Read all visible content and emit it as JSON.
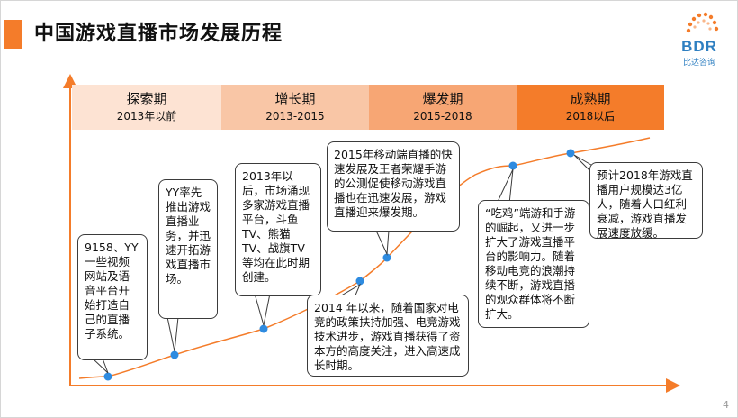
{
  "title": "中国游戏直播市场发展历程",
  "logo": {
    "text": "BDR",
    "sub": "比达咨询",
    "accent": "#f47c2a",
    "brand": "#2e7fc1"
  },
  "phases": [
    {
      "name": "探索期",
      "years": "2013年以前",
      "color": "#fde3d3"
    },
    {
      "name": "增长期",
      "years": "2013-2015",
      "color": "#f9c6a6"
    },
    {
      "name": "爆发期",
      "years": "2015-2018",
      "color": "#f7a674"
    },
    {
      "name": "成熟期",
      "years": "2018以后",
      "color": "#f47c2a"
    }
  ],
  "events": [
    {
      "text": "9158、YY一些视频网站及语音平台开始打造自己的直播子系统。"
    },
    {
      "text": "YY率先推出游戏直播业务，并迅速开拓游戏直播市场。"
    },
    {
      "text": "2013年以后，市场涌现多家游戏直播平台，斗鱼TV、熊猫TV、战旗TV等均在此时期创建。"
    },
    {
      "text": "2014 年以来，随着国家对电竞的政策扶持加强、电竞游戏技术进步，游戏直播获得了资本方的高度关注，进入高速成长时期。"
    },
    {
      "text": "2015年移动端直播的快速发展及王者荣耀手游的公测促使移动游戏直播也在迅速发展，游戏直播迎来爆发期。"
    },
    {
      "text": "“吃鸡”端游和手游的崛起，又进一步扩大了游戏直播平台的影响力。随着移动电竞的浪潮持续不断，游戏直播的观众群体将不断扩大。"
    },
    {
      "text": "预计2018年游戏直播用户规模达3亿人，随着人口红利衰减，游戏直播发展速度放缓。"
    }
  ],
  "colors": {
    "curve": "#f47c2a",
    "dot": "#2e8be0",
    "axis": "#f47c2a"
  },
  "page_number": "4"
}
